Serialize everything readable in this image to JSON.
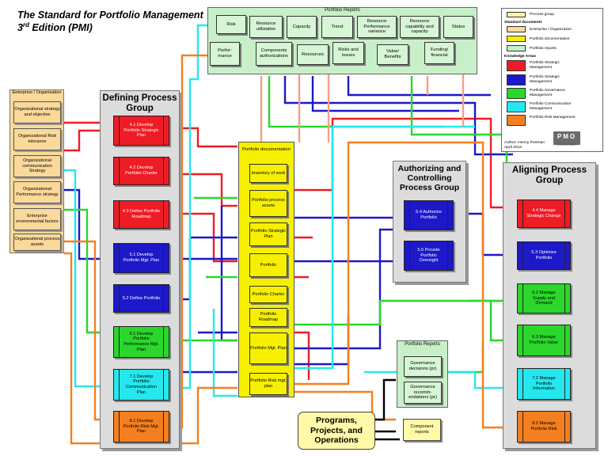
{
  "title": {
    "line1": "The Standard for Portfolio Management",
    "line2a": "3",
    "line2sup": "rd",
    "line2b": " Edition (PMI)"
  },
  "enterprise": {
    "title": "Enterprise / Organization",
    "items": [
      "Organizational strategy and objective",
      "Organizational Risk tolerance",
      "Organizational communication Strategy",
      "Organizational Performance strategy",
      "Enterprise environmental factors",
      "Organizational process assets"
    ]
  },
  "groups": {
    "defining": "Defining Process Group",
    "authorizing": "Authorizing and Controlling Process Group",
    "aligning": "Aligning Process Group"
  },
  "processes": {
    "p41": "4.1 Develop Portfolio Strategic Plan",
    "p42": "4.2 Develop Portfolio Charter",
    "p43": "4.3 Define Portfolio Roadmap",
    "p51": "5.1 Develop Portfolio Mgt. Plan",
    "p52": "5.2 Define Portfolio",
    "p61": "6.1 Develop Portfolio Performance Mgt. Plan",
    "p71": "7.1 Develop Portfolio Communication Plan",
    "p81": "8.1 Develop Portfolio Risk Mgt. Plan",
    "p54": "5.4 Authorize Portfolio",
    "p55": "5.5 Provide Portfolio Oversight",
    "p44": "4.4 Manage Strategic Change",
    "p53": "5.3 Optimize Portfolio",
    "p62": "6.2 Manage Supply and Demand",
    "p63": "6.3 Manage Portfolio Value",
    "p72": "7.2 Manage Portfolio Information",
    "p82": "8.2 Manage Portfolio Risk"
  },
  "reports": {
    "title": "Portfolio Reports",
    "top": [
      "Risk",
      "Resource utilization",
      "Capacity",
      "Trend",
      "Resource Performance variance",
      "Resource capability and capacity",
      "Status"
    ],
    "bottom": [
      "Perfor-mance",
      "Components authorizations",
      "Resources",
      "Risks and issues",
      "Value/ Benefits",
      "Funding/ financial"
    ]
  },
  "documentation": {
    "title": "Portfolio documentation",
    "items": [
      "Inventory of work",
      "Portfolio process assets",
      "Portfolio Strategic Plan",
      "Portfolio",
      "Portfolio Charter",
      "Portfolio Roadmap",
      "Portfolio Mgt. Plan",
      "Portfolio Risk mgt. plan"
    ]
  },
  "small_reports": {
    "title": "Portfolio Reports",
    "items": [
      "Governance decisions (pr)",
      "Governance recomm-endations (pr)"
    ]
  },
  "component_reports": "Component reports",
  "programs": "Programs, Projects, and Operations",
  "legend": {
    "process_group": "Process group",
    "standard_documents": "Standard documents",
    "enterprise": "Enterprise / Organization",
    "portfolio_documentation": "Portfolio documentation",
    "portfolio_reports": "Portfolio reports",
    "knowledge_areas": "Knowledge Areas",
    "ka": [
      "Portfolio Strategic Management",
      "Portfolio Strategic Management",
      "Portfolio Governance Management",
      "Portfolio Communication Management",
      "Portfolio Risk Management"
    ]
  },
  "author": {
    "line1": "Author: Henny Portman",
    "line2": "April 2013"
  },
  "logo": "PMO",
  "logo_sub": "CONSULTANCY",
  "colors": {
    "red": "#ee1c25",
    "blue": "#1d18c8",
    "green": "#2bd72b",
    "cyan": "#25e8ee",
    "orange": "#f57f1e",
    "salmon": "#f2a08a",
    "yellow": "#f6f000",
    "report_green": "#c8f0c8",
    "enterprise_tan": "#fbd99a"
  }
}
